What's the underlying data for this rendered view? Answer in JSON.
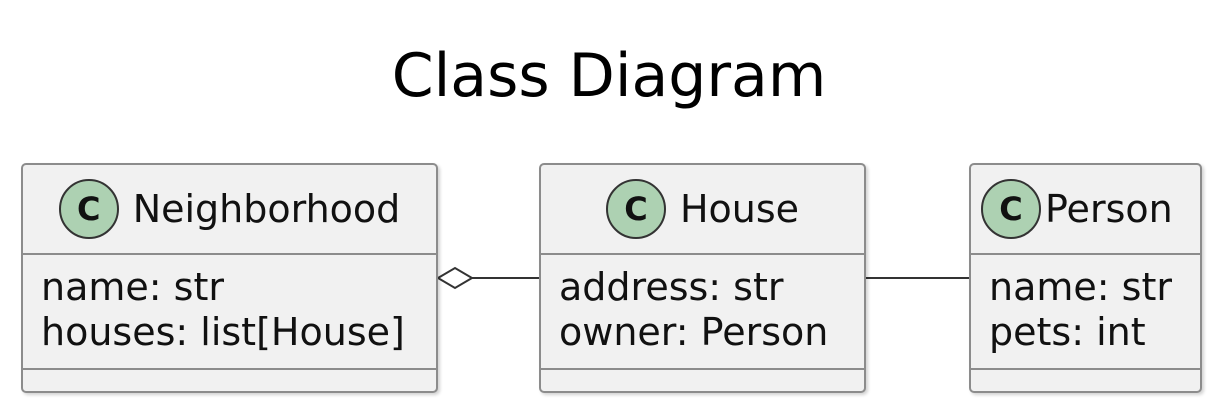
{
  "diagram": {
    "title": "Class Diagram",
    "classes": [
      {
        "id": "neighborhood",
        "stereotype": "C",
        "name": "Neighborhood",
        "attributes": [
          "name: str",
          "houses: list[House]"
        ]
      },
      {
        "id": "house",
        "stereotype": "C",
        "name": "House",
        "attributes": [
          "address: str",
          "owner: Person"
        ]
      },
      {
        "id": "person",
        "stereotype": "C",
        "name": "Person",
        "attributes": [
          "name: str",
          "pets: int"
        ]
      }
    ],
    "relations": [
      {
        "from": "Neighborhood",
        "to": "House",
        "type": "aggregation"
      },
      {
        "from": "House",
        "to": "Person",
        "type": "association"
      }
    ],
    "colors": {
      "box_fill": "#f1f1f1",
      "box_border": "#8c8c8c",
      "stereotype_fill": "#add1b2",
      "line": "#333333"
    }
  }
}
